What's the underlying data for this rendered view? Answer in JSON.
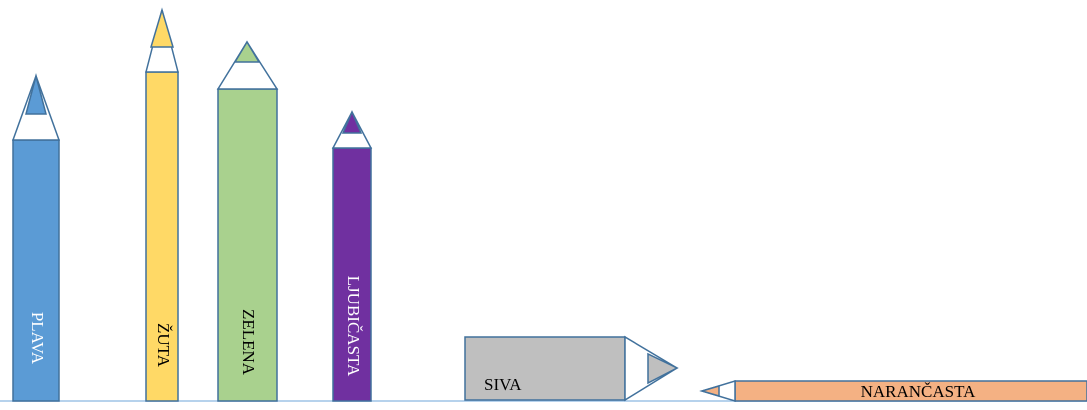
{
  "colors": {
    "outline": "#41719c",
    "plava": "#5b9bd5",
    "zuta": "#ffd966",
    "zelena": "#a9d18e",
    "ljubicasta": "#7030a0",
    "siva": "#bfbfbf",
    "narancasta": "#f4b183",
    "ground": "#9dc3e6"
  },
  "pencils": {
    "plava": {
      "label": "PLAVA"
    },
    "zuta": {
      "label": "ŽUTA"
    },
    "zelena": {
      "label": "ZELENA"
    },
    "ljubicasta": {
      "label": "LJUBIČASTA"
    },
    "siva": {
      "label": "SIVA"
    },
    "narancasta": {
      "label": "NARANČASTA"
    }
  }
}
